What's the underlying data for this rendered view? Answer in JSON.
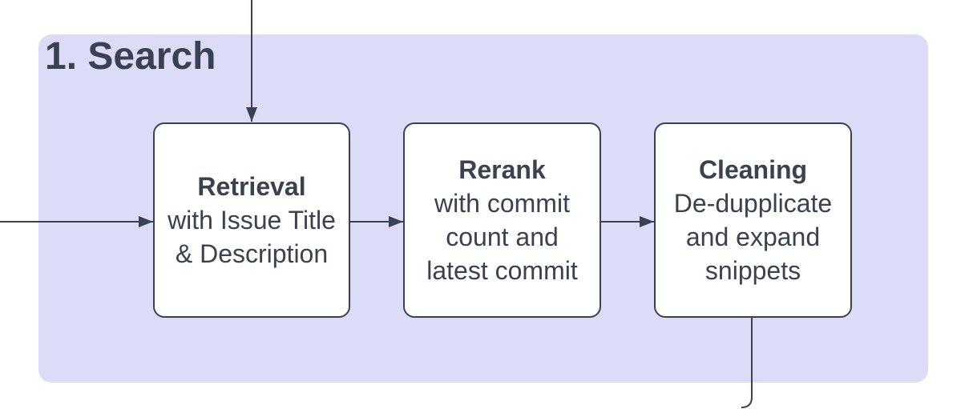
{
  "colors": {
    "canvas_bg": "#ffffff",
    "group_fill": "#dcdcf8",
    "node_fill": "#ffffff",
    "stroke": "#3a4150",
    "text": "#3a4150"
  },
  "group": {
    "title": "1. Search"
  },
  "nodes": [
    {
      "title": "Retrieval",
      "lines": [
        "with Issue Title",
        "& Description"
      ]
    },
    {
      "title": "Rerank",
      "lines": [
        "with commit",
        "count and",
        "latest commit"
      ]
    },
    {
      "title": "Cleaning",
      "lines": [
        "De-dupplicate",
        "and expand",
        "snippets"
      ]
    }
  ]
}
